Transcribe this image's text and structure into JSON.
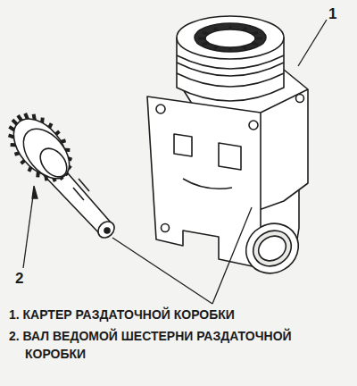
{
  "diagram": {
    "labels": [
      "1",
      "2",
      "1. КАРТЕР РАЗДАТОЧНОЙ КОРОБКИ",
      "2. ВАЛ ВЕДОМОЙ ШЕСТЕРНИ РАЗДАТОЧНОЙ КОРОБКИ"
    ]
  }
}
